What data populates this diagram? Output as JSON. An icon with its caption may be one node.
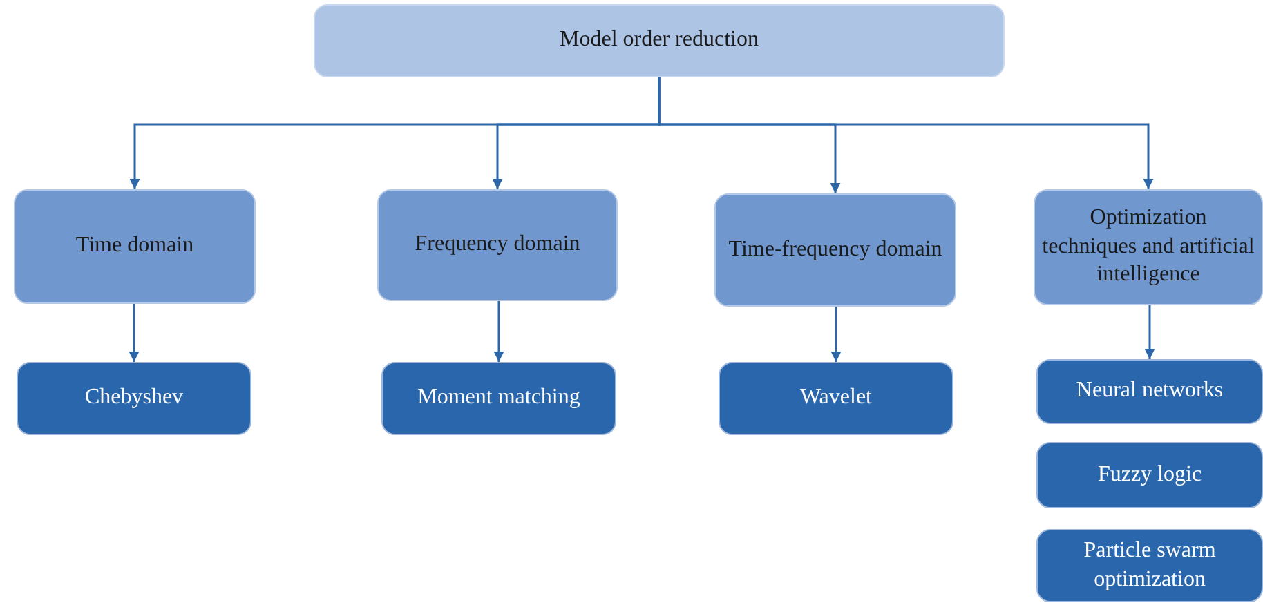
{
  "diagram": {
    "nodes": [
      {
        "text": [
          "Model order reduction"
        ]
      },
      {
        "text": [
          "Time domain"
        ]
      },
      {
        "text": [
          "Frequency domain"
        ]
      },
      {
        "text": [
          "Time-frequency domain"
        ]
      },
      {
        "text": [
          "Optimization techniques and artificial intelligence"
        ]
      },
      {
        "text": [
          "Chebyshev"
        ]
      },
      {
        "text": [
          "Moment matching"
        ]
      },
      {
        "text": [
          "Wavelet"
        ]
      },
      {
        "text": [
          "Neural networks"
        ]
      },
      {
        "text": [
          "Fuzzy logic"
        ]
      },
      {
        "text": [
          "Particle swarm optimization"
        ]
      }
    ],
    "edges": [
      {
        "from": 0,
        "to": 1,
        "arrow": "to"
      },
      {
        "from": 0,
        "to": 2,
        "arrow": "to"
      },
      {
        "from": 0,
        "to": 3,
        "arrow": "to"
      },
      {
        "from": 0,
        "to": 4,
        "arrow": "to"
      },
      {
        "from": 1,
        "to": 5,
        "arrow": "to"
      },
      {
        "from": 2,
        "to": 6,
        "arrow": "to"
      },
      {
        "from": 3,
        "to": 7,
        "arrow": "to"
      },
      {
        "from": 4,
        "to": 8,
        "arrow": "to"
      }
    ]
  }
}
